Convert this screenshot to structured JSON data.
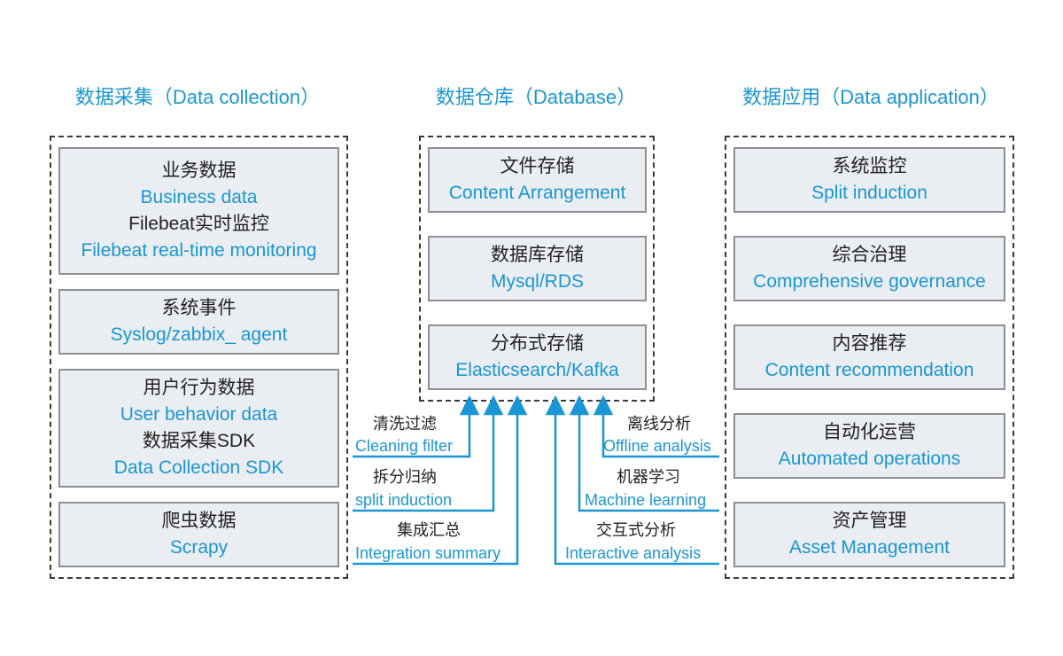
{
  "columns": {
    "collection": {
      "title": "数据采集（Data collection）",
      "boxes": [
        {
          "lines": [
            {
              "text": "业务数据",
              "kind": "zh"
            },
            {
              "text": "Business data",
              "kind": "en"
            },
            {
              "text": "Filebeat实时监控",
              "kind": "zh"
            },
            {
              "text": "Filebeat real-time monitoring",
              "kind": "en"
            }
          ]
        },
        {
          "lines": [
            {
              "text": "系统事件",
              "kind": "zh"
            },
            {
              "text": "Syslog/zabbix_ agent",
              "kind": "en"
            }
          ]
        },
        {
          "lines": [
            {
              "text": "用户行为数据",
              "kind": "zh"
            },
            {
              "text": "User behavior data",
              "kind": "en"
            },
            {
              "text": "数据采集SDK",
              "kind": "zh"
            },
            {
              "text": "Data Collection SDK",
              "kind": "en"
            }
          ]
        },
        {
          "lines": [
            {
              "text": "爬虫数据",
              "kind": "zh"
            },
            {
              "text": "Scrapy",
              "kind": "en"
            }
          ]
        }
      ]
    },
    "database": {
      "title": "数据仓库（Database）",
      "boxes": [
        {
          "lines": [
            {
              "text": "文件存储",
              "kind": "zh"
            },
            {
              "text": "Content Arrangement",
              "kind": "en"
            }
          ]
        },
        {
          "lines": [
            {
              "text": "数据库存储",
              "kind": "zh"
            },
            {
              "text": "Mysql/RDS",
              "kind": "en"
            }
          ]
        },
        {
          "lines": [
            {
              "text": "分布式存储",
              "kind": "zh"
            },
            {
              "text": "Elasticsearch/Kafka",
              "kind": "en"
            }
          ]
        }
      ]
    },
    "application": {
      "title": "数据应用（Data application）",
      "boxes": [
        {
          "lines": [
            {
              "text": "系统监控",
              "kind": "zh"
            },
            {
              "text": "Split induction",
              "kind": "en"
            }
          ]
        },
        {
          "lines": [
            {
              "text": "综合治理",
              "kind": "zh"
            },
            {
              "text": "Comprehensive governance",
              "kind": "en"
            }
          ]
        },
        {
          "lines": [
            {
              "text": "内容推荐",
              "kind": "zh"
            },
            {
              "text": "Content recommendation",
              "kind": "en"
            }
          ]
        },
        {
          "lines": [
            {
              "text": "自动化运营",
              "kind": "zh"
            },
            {
              "text": "Automated operations",
              "kind": "en"
            }
          ]
        },
        {
          "lines": [
            {
              "text": "资产管理",
              "kind": "zh"
            },
            {
              "text": "Asset Management",
              "kind": "en"
            }
          ]
        }
      ]
    }
  },
  "flows": {
    "left": [
      {
        "zh": "清洗过滤",
        "en": "Cleaning filter"
      },
      {
        "zh": "拆分归纳",
        "en": "split induction"
      },
      {
        "zh": "集成汇总",
        "en": "Integration summary"
      }
    ],
    "right": [
      {
        "zh": "离线分析",
        "en": "Offline analysis"
      },
      {
        "zh": "机器学习",
        "en": "Machine learning"
      },
      {
        "zh": "交互式分析",
        "en": "Interactive analysis"
      }
    ]
  },
  "colors": {
    "accent": "#1a96d4",
    "box_fill": "#eaeef2",
    "box_border": "#8c9094",
    "text": "#222222"
  }
}
